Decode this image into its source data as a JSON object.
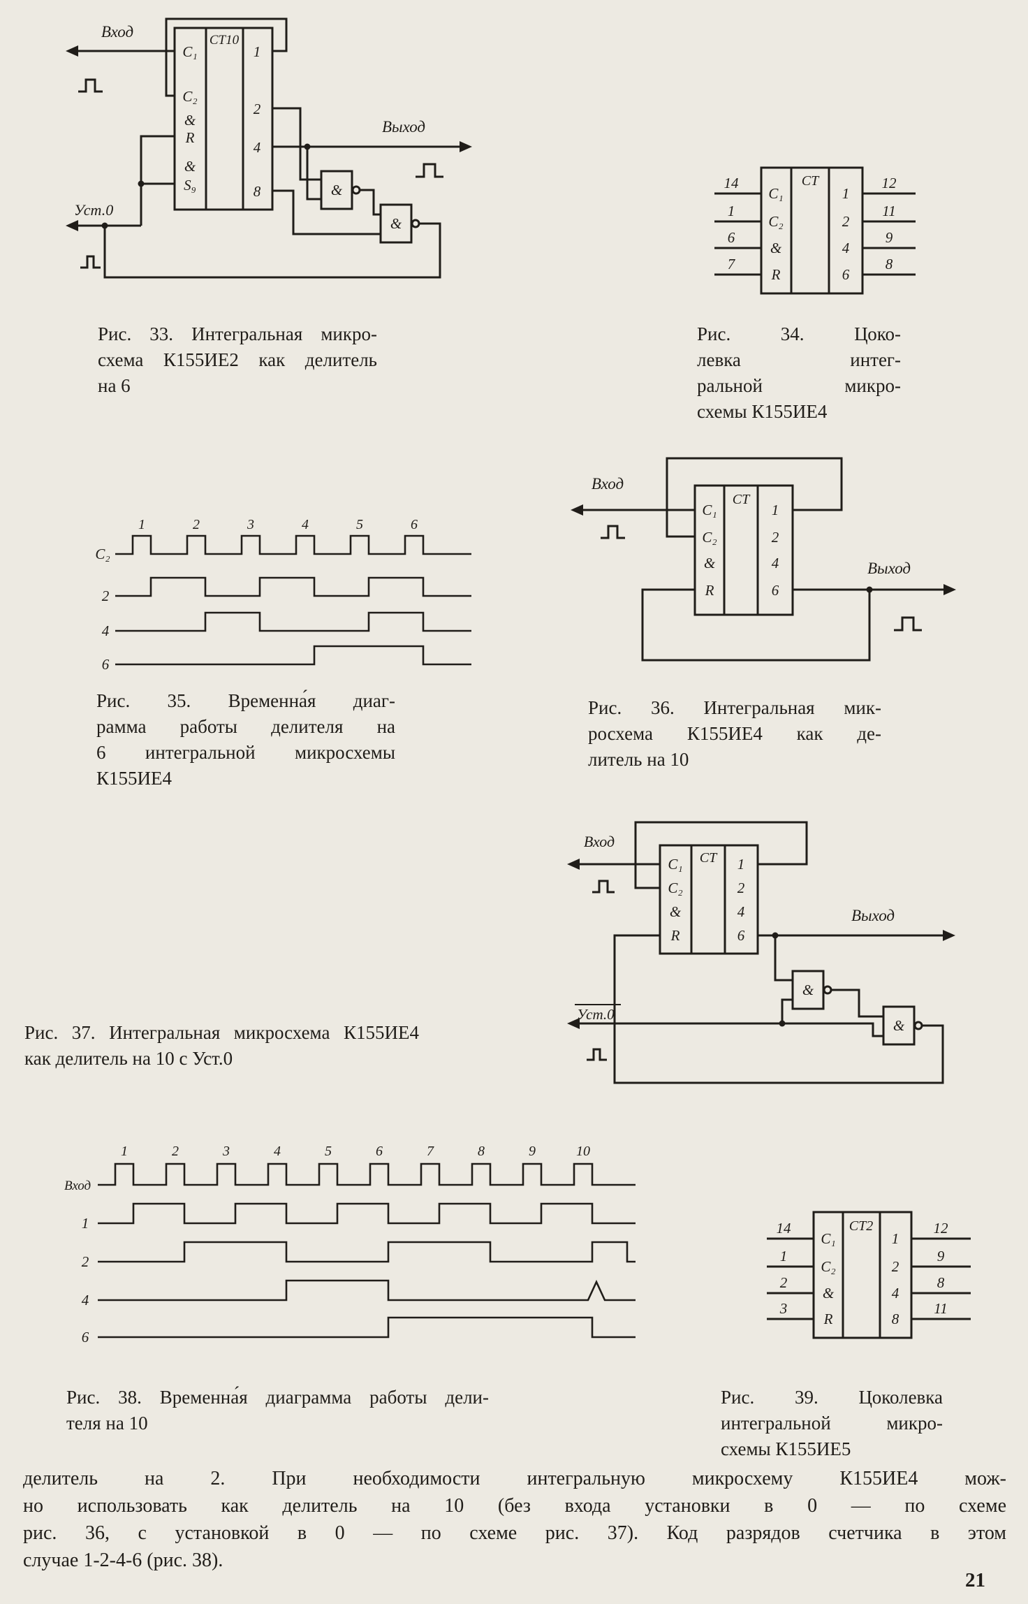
{
  "page": {
    "number": "21",
    "paper_color": "#edeae2",
    "ink_color": "#201d19"
  },
  "symbols": {
    "and": "&"
  },
  "fig33": {
    "caption_lines": [
      "Рис. 33. Интегральная микро-",
      "схема К155ИЕ2 как делитель",
      "на 6"
    ],
    "chip": {
      "title": "СТ10",
      "left_labels": [
        "C₁",
        "C₂",
        "&",
        "R",
        "&",
        "S₉"
      ],
      "right_labels": [
        "1",
        "2",
        "4",
        "8"
      ]
    },
    "labels": {
      "input": "Вход",
      "output": "Выход",
      "reset": "Уст.0"
    }
  },
  "fig34": {
    "caption_lines": [
      "Рис. 34. Цоко-",
      "левка интег-",
      "ральной микро-",
      "схемы К155ИЕ4"
    ],
    "chip": {
      "title": "СТ",
      "left_labels": [
        "C₁",
        "C₂",
        "&",
        "R"
      ],
      "right_labels": [
        "1",
        "2",
        "4",
        "6"
      ]
    },
    "pins": {
      "left": [
        "14",
        "1",
        "6",
        "7"
      ],
      "right": [
        "12",
        "11",
        "9",
        "8"
      ]
    }
  },
  "fig35": {
    "caption_lines": [
      "Рис. 35. Временна́я диаг-",
      "рамма работы делителя на",
      "6 интегральной микросхемы",
      "К155ИЕ4"
    ],
    "timing": {
      "row_labels": [
        "С₂",
        "2",
        "4",
        "6"
      ],
      "pulse_numbers": [
        "1",
        "2",
        "3",
        "4",
        "5",
        "6"
      ],
      "high_intervals": {
        "2": [
          [
            1,
            2
          ],
          [
            3,
            4
          ],
          [
            5,
            6
          ]
        ],
        "4": [
          [
            2,
            3
          ],
          [
            5,
            6
          ]
        ],
        "6": [
          [
            4,
            6
          ]
        ]
      }
    }
  },
  "fig36": {
    "caption_lines": [
      "Рис. 36. Интегральная мик-",
      "росхема К155ИЕ4 как де-",
      "литель на 10"
    ],
    "chip": {
      "title": "СТ",
      "left_labels": [
        "C₁",
        "C₂",
        "&",
        "R"
      ],
      "right_labels": [
        "1",
        "2",
        "4",
        "6"
      ]
    },
    "labels": {
      "input": "Вход",
      "output": "Выход"
    }
  },
  "fig37": {
    "caption_lines": [
      "Рис. 37. Интегральная микросхема К155ИЕ4",
      "как делитель на 10 с Уст.0"
    ],
    "chip": {
      "title": "СТ",
      "left_labels": [
        "C₁",
        "C₂",
        "&",
        "R"
      ],
      "right_labels": [
        "1",
        "2",
        "4",
        "6"
      ]
    },
    "labels": {
      "input": "Вход",
      "output": "Выход",
      "reset": "Уст.0"
    }
  },
  "fig38": {
    "caption_lines": [
      "Рис. 38. Временна́я диаграмма работы дели-",
      "теля на 10"
    ],
    "timing": {
      "row_labels": [
        "Вход",
        "1",
        "2",
        "4",
        "6"
      ],
      "pulse_numbers": [
        "1",
        "2",
        "3",
        "4",
        "5",
        "6",
        "7",
        "8",
        "9",
        "10"
      ],
      "high_intervals": {
        "1": [
          [
            1,
            2
          ],
          [
            3,
            4
          ],
          [
            5,
            6
          ],
          [
            7,
            8
          ],
          [
            9,
            10
          ]
        ],
        "2": [
          [
            2,
            4
          ],
          [
            6,
            8
          ],
          [
            10,
            10.7
          ]
        ],
        "4": [
          [
            4,
            6
          ],
          [
            9.5,
            9.7
          ]
        ],
        "6": [
          [
            6,
            10
          ]
        ]
      }
    }
  },
  "fig39": {
    "caption_lines": [
      "Рис. 39. Цоколевка",
      "интегральной микро-",
      "схемы К155ИЕ5"
    ],
    "chip": {
      "title": "СТ2",
      "left_labels": [
        "C₁",
        "C₂",
        "&",
        "R"
      ],
      "right_labels": [
        "1",
        "2",
        "4",
        "8"
      ]
    },
    "pins": {
      "left": [
        "14",
        "1",
        "2",
        "3"
      ],
      "right": [
        "12",
        "9",
        "8",
        "11"
      ]
    }
  },
  "body": {
    "lines": [
      "делитель на 2. При необходимости интегральную микросхему К155ИЕ4 мож-",
      "но использовать как делитель на 10 (без входа установки в 0 — по схеме",
      "рис. 36, с установкой в 0 — по схеме рис. 37). Код разрядов счетчика в этом",
      "случае 1-2-4-6 (рис. 38)."
    ]
  }
}
